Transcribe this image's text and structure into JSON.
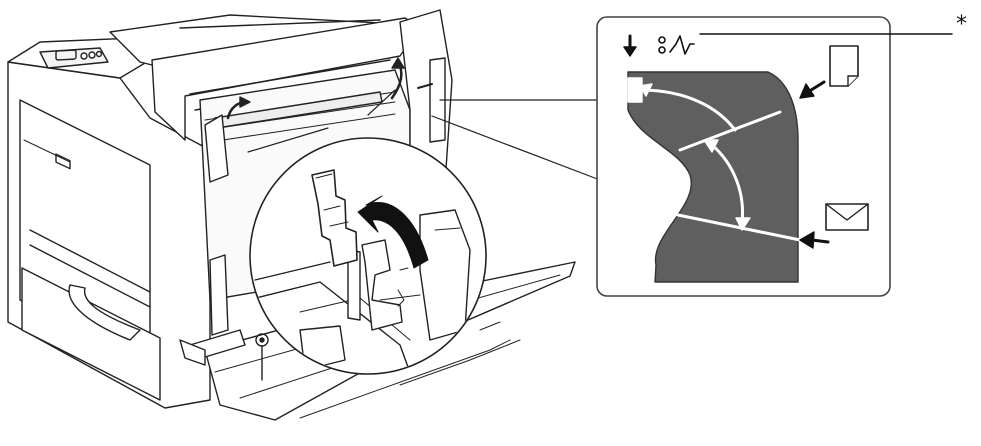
{
  "callout": {
    "marker": "*"
  },
  "panel": {
    "icons": [
      "down-arrow-icon",
      "waveform-icon",
      "paper-sheet-icon",
      "envelope-icon"
    ],
    "arrows": [
      "paper-position-arrow",
      "envelope-position-arrow"
    ],
    "fill_color": "#5f5f5f",
    "line_color": "#222222"
  },
  "magnifier": {
    "content": "lever-rotation-arrow"
  }
}
